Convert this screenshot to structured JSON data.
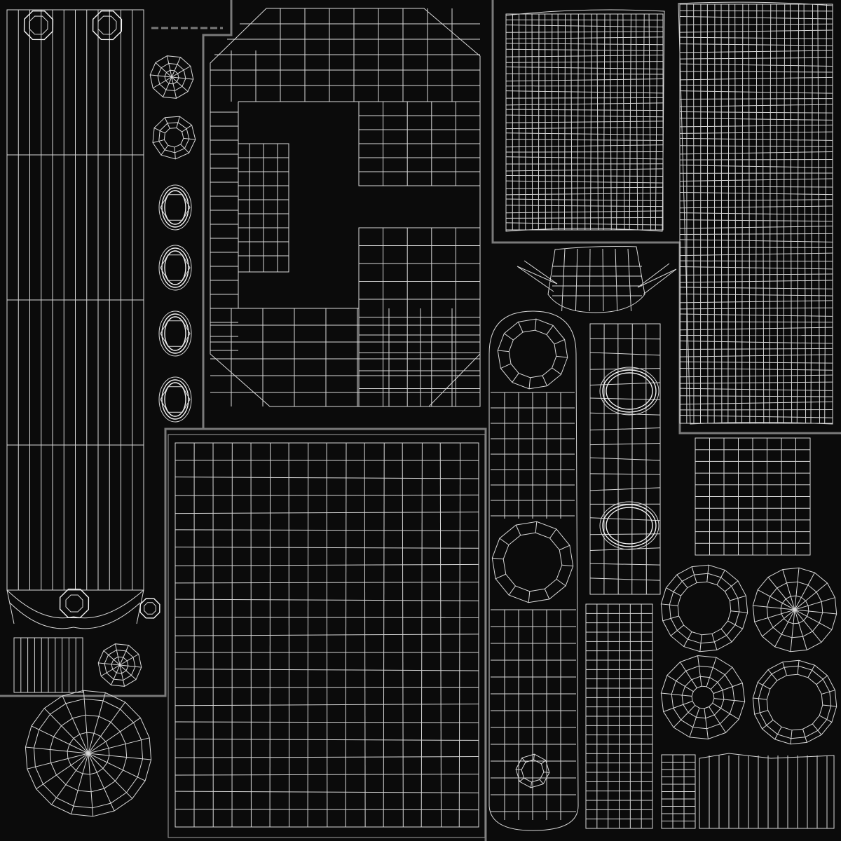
{
  "colors": {
    "background": "#0b0b0b",
    "wire": "#d8d8d8",
    "wire_bright": "#f2f2f2",
    "island_border": "#7a7a7a"
  },
  "islands": [
    "long-strip-left",
    "small-bolts-column",
    "c-shaped-panel",
    "large-grid-panel",
    "dense-fabric-panel-top",
    "dense-fabric-panel-right",
    "bracket-arm",
    "handle-link-long",
    "plate-with-holes",
    "narrow-strip",
    "small-square-grid",
    "disc-radial-bottom-left",
    "rings-cluster-bottom-right",
    "flared-connector",
    "short-slats"
  ]
}
